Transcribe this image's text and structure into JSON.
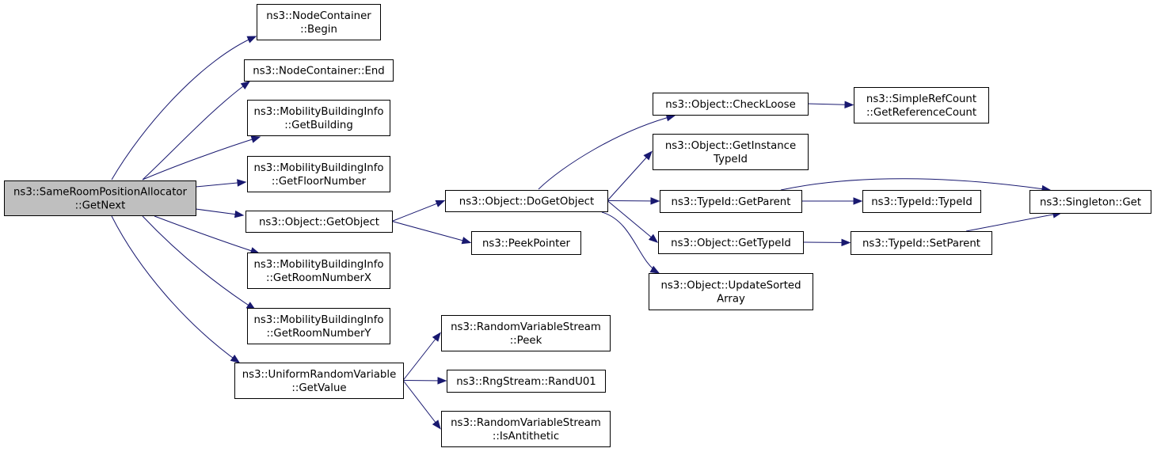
{
  "nodes": {
    "root": {
      "lines": [
        "ns3::SameRoomPositionAllocator",
        "::GetNext"
      ],
      "root": true
    },
    "nc_begin": {
      "lines": [
        "ns3::NodeContainer",
        "::Begin"
      ]
    },
    "nc_end": {
      "lines": [
        "ns3::NodeContainer::End"
      ]
    },
    "mbi_building": {
      "lines": [
        "ns3::MobilityBuildingInfo",
        "::GetBuilding"
      ]
    },
    "mbi_floor": {
      "lines": [
        "ns3::MobilityBuildingInfo",
        "::GetFloorNumber"
      ]
    },
    "obj_getobject": {
      "lines": [
        "ns3::Object::GetObject"
      ]
    },
    "mbi_roomx": {
      "lines": [
        "ns3::MobilityBuildingInfo",
        "::GetRoomNumberX"
      ]
    },
    "mbi_roomy": {
      "lines": [
        "ns3::MobilityBuildingInfo",
        "::GetRoomNumberY"
      ]
    },
    "urv_getvalue": {
      "lines": [
        "ns3::UniformRandomVariable",
        "::GetValue"
      ]
    },
    "obj_dogetobj": {
      "lines": [
        "ns3::Object::DoGetObject"
      ]
    },
    "peekpointer": {
      "lines": [
        "ns3::PeekPointer"
      ]
    },
    "rvs_peek": {
      "lines": [
        "ns3::RandomVariableStream",
        "::Peek"
      ]
    },
    "rng_randu01": {
      "lines": [
        "ns3::RngStream::RandU01"
      ]
    },
    "rvs_antithetic": {
      "lines": [
        "ns3::RandomVariableStream",
        "::IsAntithetic"
      ]
    },
    "obj_checkloose": {
      "lines": [
        "ns3::Object::CheckLoose"
      ]
    },
    "obj_instance": {
      "lines": [
        "ns3::Object::GetInstance",
        "TypeId"
      ]
    },
    "tid_getparent": {
      "lines": [
        "ns3::TypeId::GetParent"
      ]
    },
    "obj_gettypeid": {
      "lines": [
        "ns3::Object::GetTypeId"
      ]
    },
    "obj_updatesorted": {
      "lines": [
        "ns3::Object::UpdateSorted",
        "Array"
      ]
    },
    "src_getrefcount": {
      "lines": [
        "ns3::SimpleRefCount",
        "::GetReferenceCount"
      ]
    },
    "tid_typeid": {
      "lines": [
        "ns3::TypeId::TypeId"
      ]
    },
    "tid_setparent": {
      "lines": [
        "ns3::TypeId::SetParent"
      ]
    },
    "singleton_get": {
      "lines": [
        "ns3::Singleton::Get"
      ]
    }
  },
  "edges": [
    [
      "root",
      "nc_begin"
    ],
    [
      "root",
      "nc_end"
    ],
    [
      "root",
      "mbi_building"
    ],
    [
      "root",
      "mbi_floor"
    ],
    [
      "root",
      "obj_getobject"
    ],
    [
      "root",
      "mbi_roomx"
    ],
    [
      "root",
      "mbi_roomy"
    ],
    [
      "root",
      "urv_getvalue"
    ],
    [
      "obj_getobject",
      "obj_dogetobj"
    ],
    [
      "obj_getobject",
      "peekpointer"
    ],
    [
      "urv_getvalue",
      "rvs_peek"
    ],
    [
      "urv_getvalue",
      "rng_randu01"
    ],
    [
      "urv_getvalue",
      "rvs_antithetic"
    ],
    [
      "obj_dogetobj",
      "obj_checkloose"
    ],
    [
      "obj_dogetobj",
      "obj_instance"
    ],
    [
      "obj_dogetobj",
      "tid_getparent"
    ],
    [
      "obj_dogetobj",
      "obj_gettypeid"
    ],
    [
      "obj_dogetobj",
      "obj_updatesorted"
    ],
    [
      "obj_checkloose",
      "src_getrefcount"
    ],
    [
      "tid_getparent",
      "tid_typeid"
    ],
    [
      "tid_getparent",
      "singleton_get"
    ],
    [
      "obj_gettypeid",
      "tid_setparent"
    ],
    [
      "tid_setparent",
      "singleton_get"
    ]
  ]
}
